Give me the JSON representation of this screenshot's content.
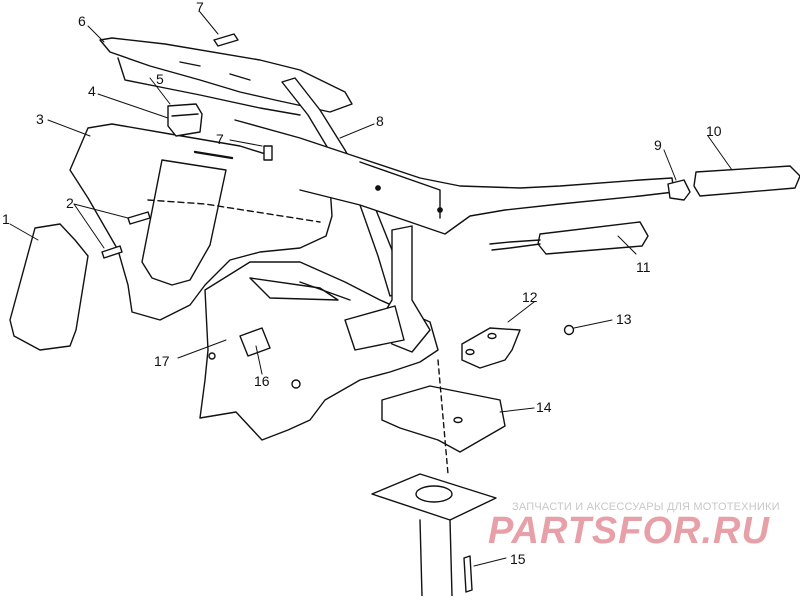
{
  "callouts": [
    {
      "id": "1",
      "label": "1"
    },
    {
      "id": "2",
      "label": "2"
    },
    {
      "id": "3",
      "label": "3"
    },
    {
      "id": "4",
      "label": "4"
    },
    {
      "id": "5",
      "label": "5"
    },
    {
      "id": "6",
      "label": "6"
    },
    {
      "id": "7a",
      "label": "7"
    },
    {
      "id": "7b",
      "label": "7"
    },
    {
      "id": "8",
      "label": "8"
    },
    {
      "id": "9",
      "label": "9"
    },
    {
      "id": "10",
      "label": "10"
    },
    {
      "id": "11",
      "label": "11"
    },
    {
      "id": "12",
      "label": "12"
    },
    {
      "id": "13",
      "label": "13"
    },
    {
      "id": "14",
      "label": "14"
    },
    {
      "id": "15",
      "label": "15"
    },
    {
      "id": "16",
      "label": "16"
    },
    {
      "id": "17",
      "label": "17"
    }
  ],
  "watermark": {
    "tagline": "ЗАПЧАСТИ И АКСЕССУАРЫ ДЛЯ МОТОТЕХНИКИ",
    "logo": "PARTSFOR.RU",
    "logo_color": "#e8a0a8"
  },
  "colors": {
    "line": "#111111",
    "background": "#ffffff"
  }
}
